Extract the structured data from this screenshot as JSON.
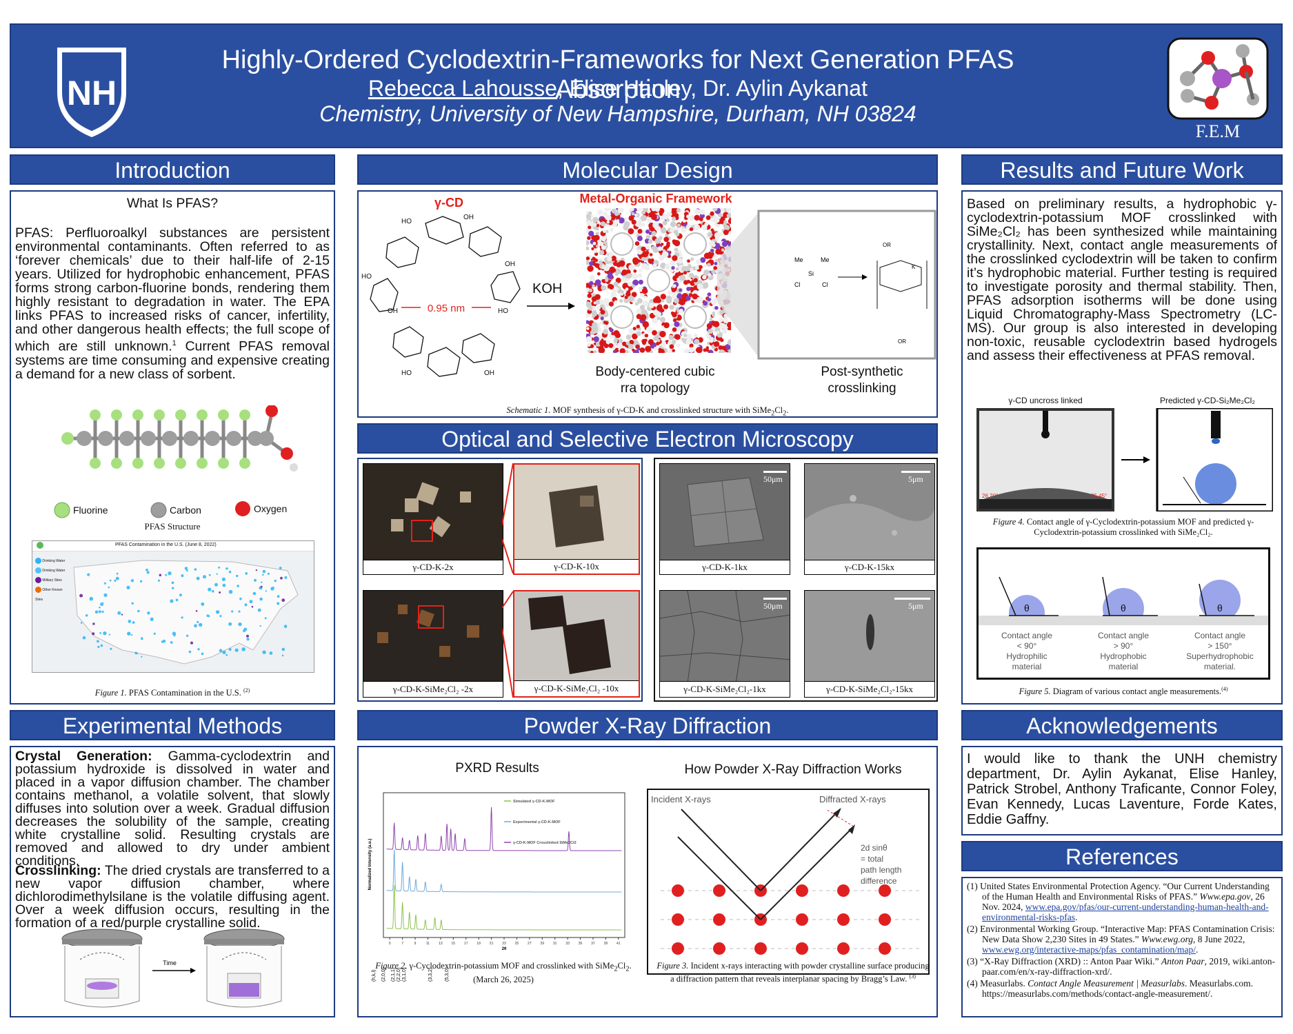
{
  "header": {
    "title": "Highly-Ordered Cyclodextrin-Frameworks for Next Generation PFAS Absorption",
    "presenter": "Rebecca Lahousse",
    "coauthors": ", Elise Hanley, Dr. Aylin Aykanat",
    "affiliation": "Chemistry, University of New Hampshire, Durham, NH 03824",
    "logo_left": "NH",
    "logo_right": "F.E.M"
  },
  "intro": {
    "heading": "Introduction",
    "subtitle": "What Is PFAS?",
    "body": "PFAS: Perfluoroalkyl substances are persistent environmental contaminants. Often referred to as ‘forever chemicals’ due to their half-life of 2-15 years. Utilized for hydrophobic enhancement, PFAS forms strong carbon-fluorine bonds, rendering them highly resistant to degradation in water. The EPA links PFAS to increased risks of cancer, infertility, and other dangerous health effects; the full scope of which are still unknown.",
    "body_sup": "1",
    "body2": "Current PFAS removal systems are time consuming and expensive creating a demand for a new class of sorbent.",
    "legend": [
      "Fluorine",
      "Carbon",
      "Oxygen"
    ],
    "structure_caption": "PFAS Structure",
    "map_title": "PFAS Contamination in the U.S. (June 8, 2022)",
    "map_legend": [
      "Drinking Water",
      "Drinking Water",
      "Military Sites",
      "Other Known Sites"
    ],
    "fig1_label": "Figure 1.",
    "fig1_text": " PFAS Contamination in the U.S.",
    "fig1_ref": "(2)"
  },
  "methods": {
    "heading": "Experimental Methods",
    "p1_bold": "Crystal Generation:",
    "p1": " Gamma-cyclodextrin and potassium hydroxide is dissolved in water and placed in a vapor diffusion chamber. The chamber contains methanol, a volatile solvent, that slowly diffuses into solution over a week. Gradual diffusion decreases the solubility of the sample, creating white crystalline solid. Resulting crystals are removed and allowed to dry under ambient conditions.",
    "p2_bold": "Crosslinking:",
    "p2": " The dried crystals are transferred to a new vapor diffusion chamber, where dichlorodimethylsilane is the volatile diffusing agent. Over a week diffusion occurs, resulting in the formation of a  red/purple crystalline solid.",
    "arrow_label": "Time"
  },
  "molecular": {
    "heading": "Molecular Design",
    "gcd_label": "γ-CD",
    "mof_label": "Metal-Organic Framework",
    "distance": "0.95 nm",
    "koh": "KOH",
    "bcc_line1": "Body-centered cubic",
    "bcc_line2": "rra topology",
    "post_line1": "Post-synthetic",
    "post_line2": "crosslinking",
    "schem_label": "Schematic 1.",
    "schem_text": " MOF synthesis of γ-CD-K and crosslinked structure with SiMe",
    "schem_tail": "Cl",
    "atoms": [
      "HO",
      "OH",
      "Me",
      "Si",
      "Cl",
      "OR",
      "K"
    ]
  },
  "microscopy": {
    "heading": "Optical and Selective Electron Microscopy",
    "optical": [
      "γ-CD-K-2x",
      "γ-CD-K-10x",
      "γ-CD-K-SiMe₂Cl₂ -2x",
      "γ-CD-K-SiMe₂Cl₂ -10x"
    ],
    "sem": [
      "γ-CD-K-1kx",
      "γ-CD-K-15kx",
      "γ-CD-K-SiMe₂Cl₂-1kx",
      "γ-CD-K-SiMe₂Cl₂-15kx"
    ],
    "scale": [
      "50μm",
      "5μm",
      "50μm",
      "5μm"
    ]
  },
  "pxrd": {
    "heading": "Powder X-Ray Diffraction",
    "chart_title": "PXRD Results",
    "how_title": "How Powder X-Ray Diffraction Works",
    "incident": "Incident X-rays",
    "diffracted": "Diffracted X-rays",
    "path_label": [
      "2d sinθ",
      "= total",
      "path length",
      "difference"
    ],
    "fig2_label": "Figure 2.",
    "fig2_text": "  γ-Cyclodextrin-potassium MOF and crosslinked with SiMe",
    "fig2_tail": ". (March 26, 2025)",
    "fig3_label": "Figure 3.",
    "fig3_text": " Incident x-rays interacting with powder crystalline surface producing a diffraction pattern that reveals interplanar spacing by Bragg’s Law.",
    "fig3_ref": "(3)"
  },
  "chart_data": {
    "type": "line",
    "title": "PXRD Results",
    "xlabel": "2θ",
    "ylabel": "Normalized Intensity (a.u.)",
    "hkl_labels": [
      "(h,k,l)",
      "(2,0,0)",
      "(2,1,1)",
      "(2,2,0)",
      "(3,1,0)",
      "(3,3,2)",
      "(5,3,0)"
    ],
    "x_ticks": [
      "5",
      "7",
      "9",
      "11",
      "13",
      "15",
      "17",
      "19",
      "21",
      "23",
      "25",
      "27",
      "29",
      "31",
      "33",
      "35",
      "37",
      "39",
      "41"
    ],
    "series": [
      {
        "name": "Simulated γ-CD-K-MOF",
        "color": "#8bc34a",
        "peaks": [
          [
            5.7,
            0.9
          ],
          [
            7.0,
            0.55
          ],
          [
            8.1,
            0.35
          ],
          [
            9.1,
            0.3
          ],
          [
            10.6,
            0.2
          ],
          [
            12.1,
            0.25
          ],
          [
            13.1,
            0.2
          ]
        ]
      },
      {
        "name": "Experimental γ-CD-K-MOF",
        "color": "#6fa8dc",
        "peaks": [
          [
            5.7,
            0.85
          ],
          [
            7.0,
            0.6
          ],
          [
            8.1,
            0.3
          ],
          [
            9.1,
            0.25
          ],
          [
            10.6,
            0.2
          ],
          [
            13.1,
            0.15
          ]
        ]
      },
      {
        "name": "γ-CD-K-MOF Crosslinked SiMe2Cl2",
        "color": "#8e44ad",
        "peaks": [
          [
            5.7,
            0.55
          ],
          [
            7.0,
            0.25
          ],
          [
            8.1,
            0.2
          ],
          [
            9.4,
            0.3
          ],
          [
            10.6,
            0.35
          ],
          [
            13.1,
            0.3
          ],
          [
            14.0,
            0.55
          ],
          [
            14.6,
            0.45
          ],
          [
            15.3,
            0.35
          ],
          [
            16.8,
            0.25
          ],
          [
            21.0,
            0.9
          ],
          [
            33.2,
            0.4
          ]
        ]
      }
    ]
  },
  "results": {
    "heading": "Results and Future Work",
    "body": "Based on preliminary results, a hydrophobic γ-cyclodextrin-potassium MOF crosslinked with SiMe₂Cl₂ has been synthesized while maintaining crystallinity. Next, contact angle measurements of the crosslinked cyclodextrin will be taken to confirm it’s hydrophobic material. Further testing is required to investigate porosity and thermal stability. Then, PFAS adsorption isotherms will be done using Liquid Chromatography-Mass Spectrometry (LC-MS). Our group is also interested in developing non-toxic, reusable cyclodextrin based hydrogels and assess their effectiveness at PFAS removal.",
    "uncross_label": "γ-CD uncross linked",
    "predicted_label": "Predicted γ-CD-Si₂Me₂Cl₂",
    "angle_left": "26.20°",
    "angle_right": "25.45°",
    "fig4_label": "Figure 4.",
    "fig4_text": " Contact angle of γ-Cyclodextrin-potassium MOF and predicted γ-Cyclodextrin-potassium crosslinked with SiMe₂Cl₂.",
    "theta": "θ",
    "angles": [
      {
        "line1": "Contact angle",
        "line2": "< 90°",
        "line3": "Hydrophilic",
        "line4": "material"
      },
      {
        "line1": "Contact angle",
        "line2": "> 90°",
        "line3": "Hydrophobic",
        "line4": "material"
      },
      {
        "line1": "Contact angle",
        "line2": "> 150°",
        "line3": "Superhydrophobic",
        "line4": "material."
      }
    ],
    "fig5_label": "Figure 5.",
    "fig5_text": " Diagram of various contact angle measurements.",
    "fig5_ref": "(4)"
  },
  "acknowledgements": {
    "heading": "Acknowledgements",
    "body": "I would like to thank the UNH chemistry department, Dr. Aylin Aykanat, Elise Hanley, Patrick Strobel, Anthony Traficante, Connor Foley, Evan Kennedy, Lucas Laventure, Forde Kates, Eddie Gaffny."
  },
  "references": {
    "heading": "References",
    "items": [
      {
        "num": "(1)",
        "text": "United States Environmental Protection Agency. “Our Current Understanding of the Human Health and Environmental Risks of PFAS.” ",
        "italic": "Www.epa.gov",
        "tail": ", 26 Nov. 2024, ",
        "link": "www.epa.gov/pfas/our-current-understanding-human-health-and-environmental-risks-pfas",
        "end": "."
      },
      {
        "num": "(2)",
        "text": "Environmental Working Group. “Interactive Map: PFAS Contamination Crisis: New Data Show 2,230 Sites in 49 States.” ",
        "italic": "Www.ewg.org",
        "tail": ", 8 June 2022, ",
        "link": "www.ewg.org/interactive-maps/pfas_contamination/map/",
        "end": "."
      },
      {
        "num": "(3)",
        "text": "“X-Ray Diffraction (XRD) :: Anton Paar Wiki.” ",
        "italic": "Anton Paar",
        "tail": ", 2019, wiki.anton-paar.com/en/x-ray-diffraction-xrd/.",
        "link": "",
        "end": ""
      },
      {
        "num": "(4)",
        "text": "Measurlabs. ",
        "italic": "Contact Angle Measurement | Measurlabs",
        "tail": ". Measurlabs.com. https://measurlabs.com/methods/contact-angle-measurement/.",
        "link": "",
        "end": ""
      }
    ]
  },
  "colors": {
    "primary": "#2b4fa0",
    "primary_dark": "#1c3a80",
    "accent_red": "#e32119",
    "fluorine": "#a7e07e",
    "carbon": "#9e9e9e",
    "oxygen": "#e02020"
  }
}
